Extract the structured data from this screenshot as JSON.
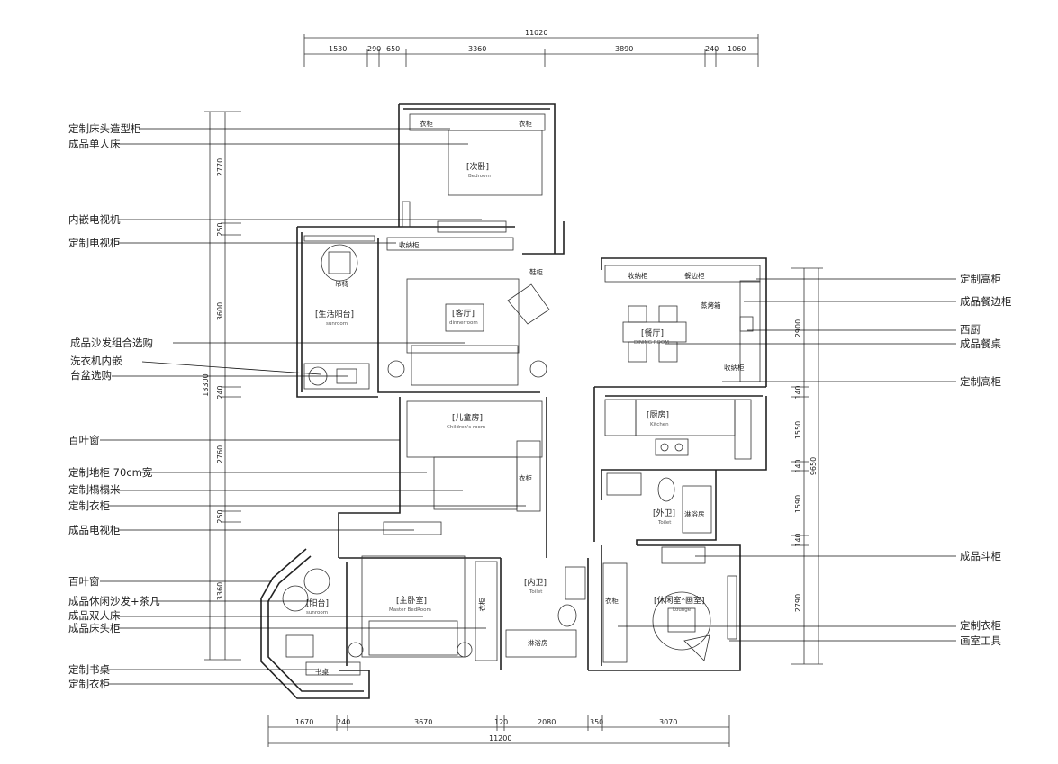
{
  "dimensions": {
    "top_total": "11020",
    "top": [
      "1530",
      "290",
      "650",
      "3360",
      "3890",
      "240",
      "1060"
    ],
    "bottom_total": "11200",
    "bottom": [
      "1670",
      "240",
      "3670",
      "120",
      "2080",
      "350",
      "3070"
    ],
    "left_total": "13300",
    "left": [
      "2770",
      "250",
      "3600",
      "240",
      "2760",
      "250",
      "3360"
    ],
    "right_total": "9650",
    "right": [
      "2900",
      "140",
      "1550",
      "140",
      "1590",
      "140",
      "2790"
    ]
  },
  "labels_left": [
    "定制床头造型柜",
    "成品单人床",
    "内嵌电视机",
    "定制电视柜",
    "成品沙发组合选购",
    "洗衣机内嵌",
    "台盆选购",
    "百叶窗",
    "定制地柜 70cm宽",
    "定制榻榻米",
    "定制衣柜",
    "成品电视柜",
    "百叶窗",
    "成品休闲沙发+茶几",
    "成品双人床",
    "成品床头柜",
    "定制书桌",
    "定制衣柜"
  ],
  "labels_right": [
    "定制高柜",
    "成品餐边柜",
    "西厨",
    "成品餐桌",
    "定制高柜",
    "成品斗柜",
    "定制衣柜",
    "画室工具"
  ],
  "rooms": {
    "second_bedroom": {
      "cn": "[次卧]",
      "en": "Bedroom"
    },
    "living": {
      "cn": "[客厅]",
      "en": "dinnerroom"
    },
    "utility_balcony": {
      "cn": "[生活阳台]",
      "en": "sunroom"
    },
    "dining": {
      "cn": "[餐厅]",
      "en": "DINING ROOM"
    },
    "kitchen": {
      "cn": "[厨房]",
      "en": "Kitchen"
    },
    "children": {
      "cn": "[儿童房]",
      "en": "Children's room"
    },
    "outer_wc": {
      "cn": "[外卫]",
      "en": "Toilet"
    },
    "master": {
      "cn": "[主卧室]",
      "en": "Master BedRoom"
    },
    "inner_wc": {
      "cn": "[内卫]",
      "en": "Toilet"
    },
    "balcony": {
      "cn": "[阳台]",
      "en": "sunroom"
    },
    "lounge": {
      "cn": "[休闲室*画室]",
      "en": "Lounge"
    }
  },
  "furniture_tags": {
    "wardrobe": "衣柜",
    "storage": "收纳柜",
    "hanging_chair": "吊椅",
    "shoe_cabinet": "鞋柜",
    "dining_side": "餐边柜",
    "steam_oven": "蒸烤箱",
    "shower": "淋浴房",
    "desk": "书桌"
  }
}
